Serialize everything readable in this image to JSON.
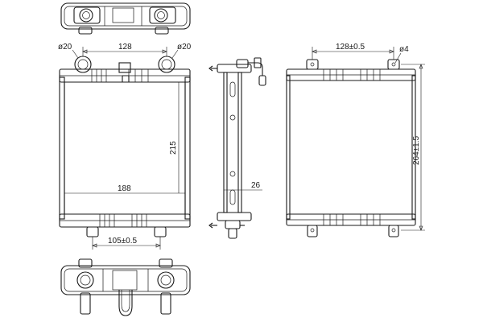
{
  "dimensions": {
    "pipe_dia_left": "ø20",
    "pipe_spacing_top": "128",
    "pipe_dia_right": "ø20",
    "core_height": "215",
    "core_width": "188",
    "side_depth": "26",
    "bottom_spacing": "105±0.5",
    "rear_spacing": "128±0.5",
    "rear_hole_dia": "ø4",
    "overall_height": "264±1.5"
  },
  "colors": {
    "line": "#1a1a1a",
    "background": "#ffffff"
  }
}
